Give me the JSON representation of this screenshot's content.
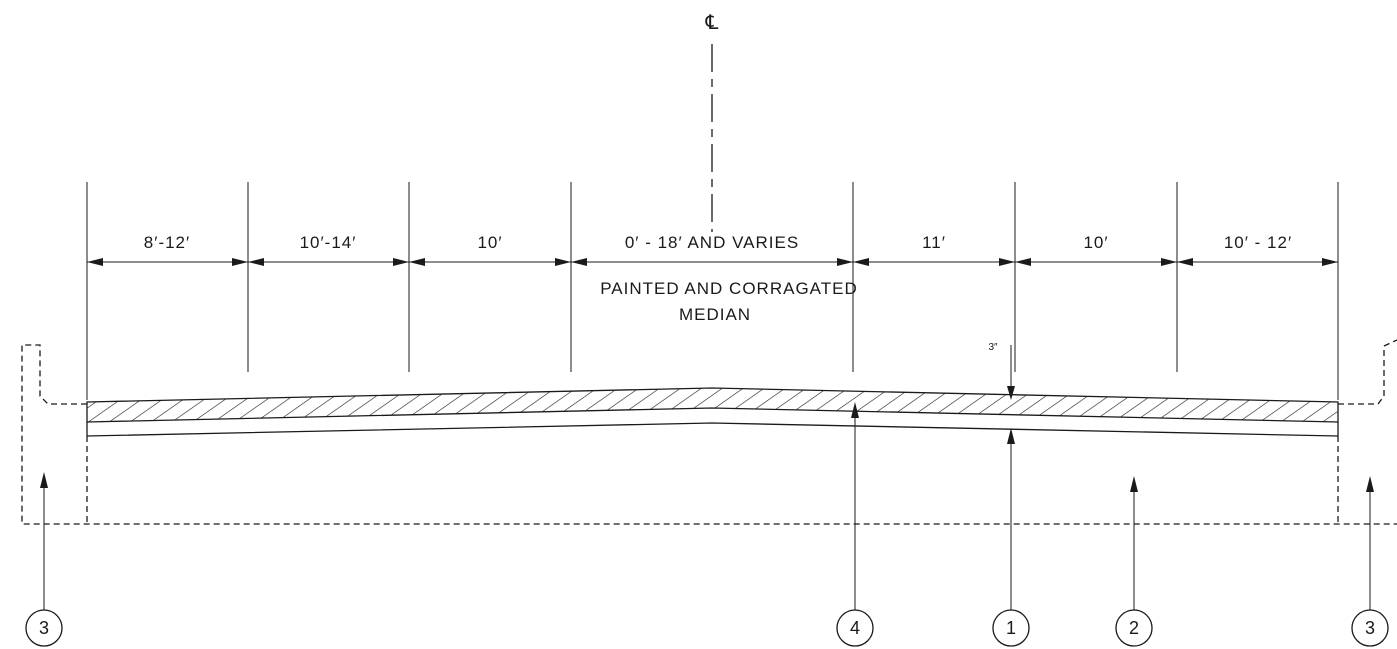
{
  "centerline": {
    "symbol": "℄"
  },
  "dimensions": [
    {
      "id": "dim-1",
      "label": "8′-12′"
    },
    {
      "id": "dim-2",
      "label": "10′-14′"
    },
    {
      "id": "dim-3",
      "label": "10′"
    },
    {
      "id": "dim-4",
      "label": "0′ - 18′ AND VARIES"
    },
    {
      "id": "dim-5",
      "label": "11′"
    },
    {
      "id": "dim-6",
      "label": "10′"
    },
    {
      "id": "dim-7",
      "label": "10′ - 12′"
    }
  ],
  "median_note": {
    "line1": "PAINTED AND CORRAGATED",
    "line2": "MEDIAN"
  },
  "thickness_note": "3″",
  "callouts": [
    {
      "id": "callout-left",
      "label": "3"
    },
    {
      "id": "callout-4",
      "label": "4"
    },
    {
      "id": "callout-1",
      "label": "1"
    },
    {
      "id": "callout-2",
      "label": "2"
    },
    {
      "id": "callout-right",
      "label": "3"
    }
  ]
}
